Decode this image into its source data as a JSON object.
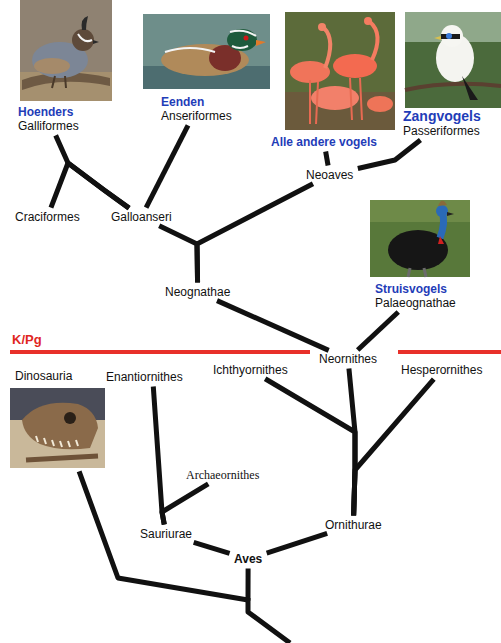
{
  "diagram": {
    "nodes": [
      {
        "text": [
          "Hoenders",
          "Galliformes"
        ]
      },
      {
        "text": [
          "Eenden",
          "Anseriformes"
        ]
      },
      {
        "text": [
          "Alle andere vogels"
        ]
      },
      {
        "text": [
          "Zangvogels",
          "Passeriformes"
        ]
      },
      {
        "text": [
          "Neoaves"
        ]
      },
      {
        "text": [
          "Craciformes"
        ]
      },
      {
        "text": [
          "Galloanseri"
        ]
      },
      {
        "text": [
          "Neognathae"
        ]
      },
      {
        "text": [
          "Struisvogels",
          "Palaeognathae"
        ]
      },
      {
        "text": [
          "Neornithes"
        ]
      },
      {
        "text": [
          "Dinosauria"
        ]
      },
      {
        "text": [
          "Enantiornithes"
        ]
      },
      {
        "text": [
          "Ichthyornithes"
        ]
      },
      {
        "text": [
          "Hesperornithes"
        ]
      },
      {
        "text": [
          "Archaeornithes"
        ]
      },
      {
        "text": [
          "Sauriurae"
        ]
      },
      {
        "text": [
          "Ornithurae"
        ]
      },
      {
        "text": [
          "Aves"
        ]
      }
    ],
    "edges": [
      {
        "from": 6,
        "to": 0,
        "arrow": "none"
      },
      {
        "from": 6,
        "to": 5,
        "arrow": "none"
      },
      {
        "from": 6,
        "to": 1,
        "arrow": "none"
      },
      {
        "from": 7,
        "to": 6,
        "arrow": "none"
      },
      {
        "from": 7,
        "to": 4,
        "arrow": "none"
      },
      {
        "from": 4,
        "to": 2,
        "arrow": "none"
      },
      {
        "from": 4,
        "to": 3,
        "arrow": "none"
      },
      {
        "from": 9,
        "to": 7,
        "arrow": "none"
      },
      {
        "from": 9,
        "to": 8,
        "arrow": "none"
      },
      {
        "from": 16,
        "to": 9,
        "arrow": "none"
      },
      {
        "from": 16,
        "to": 12,
        "arrow": "none"
      },
      {
        "from": 16,
        "to": 13,
        "arrow": "none"
      },
      {
        "from": 17,
        "to": 15,
        "arrow": "none"
      },
      {
        "from": 17,
        "to": 16,
        "arrow": "none"
      },
      {
        "from": 15,
        "to": 11,
        "arrow": "none"
      },
      {
        "from": 15,
        "to": 14,
        "arrow": "none"
      },
      {
        "from": 17,
        "to": 10,
        "arrow": "none"
      }
    ],
    "labels": [
      "K/Pg"
    ]
  }
}
